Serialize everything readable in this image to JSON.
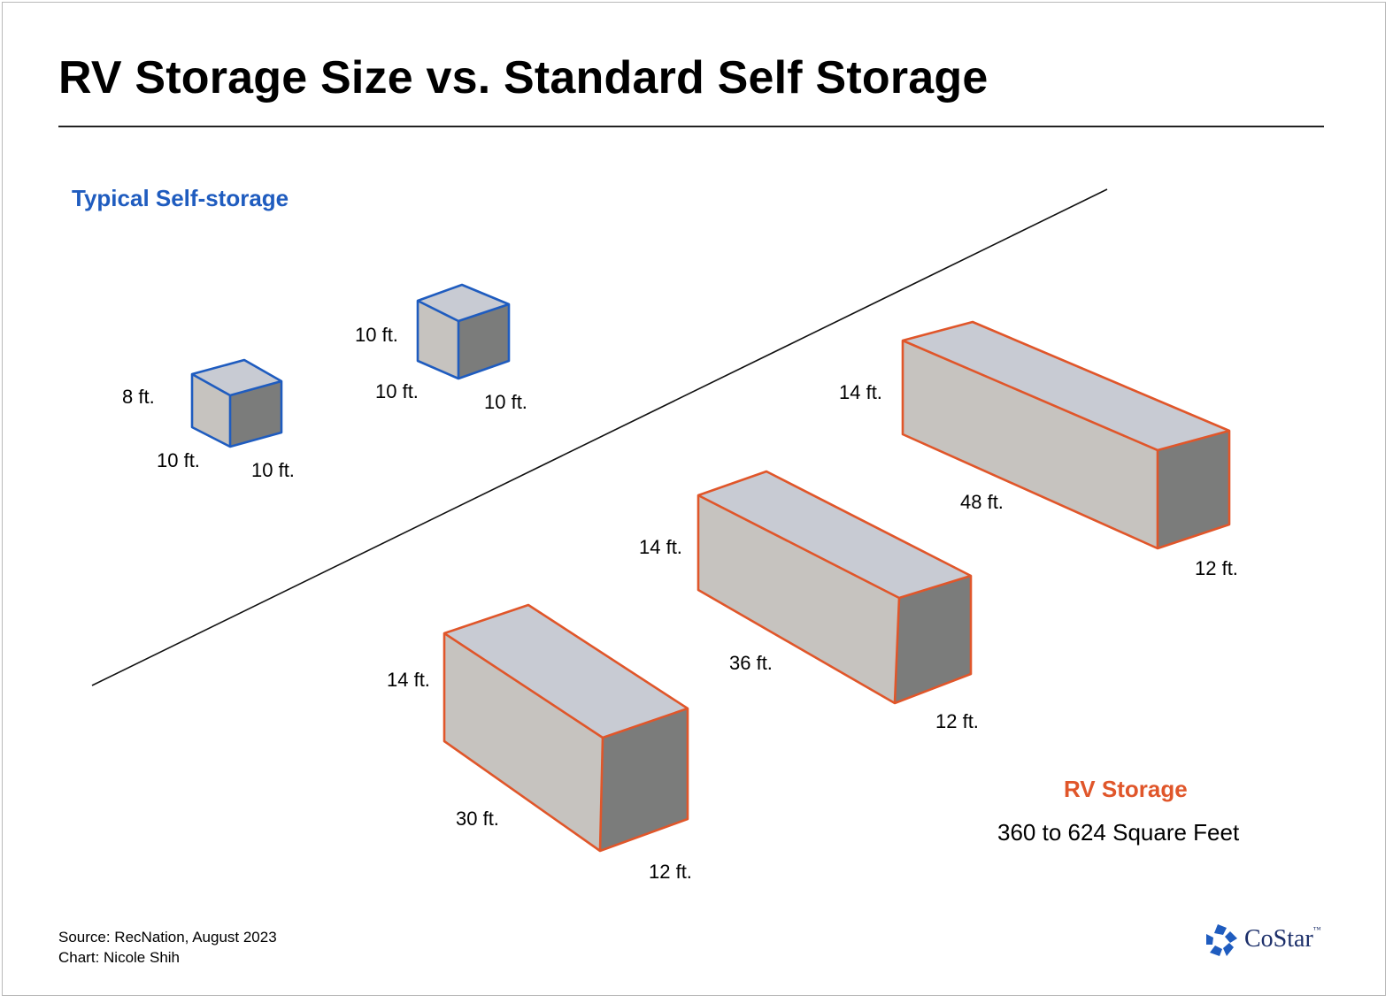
{
  "title": "RV Storage Size vs. Standard Self Storage",
  "colors": {
    "self_storage": "#1f5cbf",
    "rv_storage": "#e0562a",
    "box_top": "#c8cbd3",
    "box_front": "#c6c3bf",
    "box_side": "#7b7c7b",
    "logo": "#1c2f6a"
  },
  "typical": {
    "heading": "Typical Self-storage",
    "units": [
      {
        "height": "8 ft.",
        "width": "10 ft.",
        "depth": "10 ft."
      },
      {
        "height": "10 ft.",
        "width": "10 ft.",
        "depth": "10 ft."
      }
    ]
  },
  "rv": {
    "heading": "RV Storage",
    "range": "360 to 624 Square Feet",
    "units": [
      {
        "height": "14 ft.",
        "length": "30 ft.",
        "width": "12 ft."
      },
      {
        "height": "14 ft.",
        "length": "36 ft.",
        "width": "12 ft."
      },
      {
        "height": "14 ft.",
        "length": "48 ft.",
        "width": "12 ft."
      }
    ]
  },
  "footer": {
    "source": "Source: RecNation, August 2023",
    "chart": "Chart: Nicole Shih"
  },
  "logo": {
    "name": "CoStar",
    "tm": "™",
    "icon": "costar-star-icon"
  }
}
